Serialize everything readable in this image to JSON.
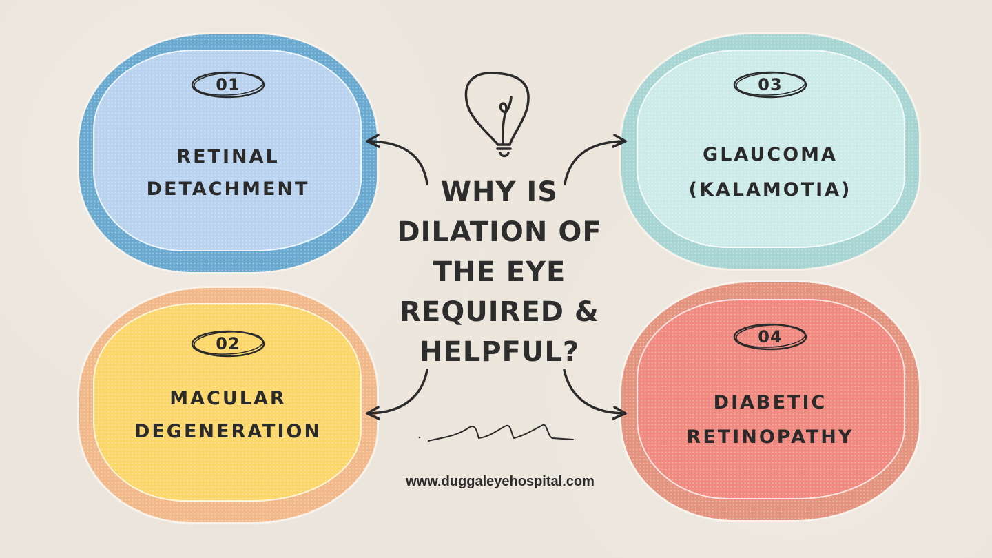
{
  "title": "WHY IS DILATION OF THE EYE REQUIRED & HELPFUL?",
  "title_lines": [
    "WHY IS",
    "DILATION OF",
    "THE EYE",
    "REQUIRED &",
    "HELPFUL?"
  ],
  "website": "www.duggaleyehospital.com",
  "icons": {
    "center": "lightbulb-icon",
    "squiggle": "wave-squiggle-icon",
    "arrows": "curved-arrow-icon"
  },
  "cards": [
    {
      "number": "01",
      "line1": "RETINAL",
      "line2": "DETACHMENT",
      "outer_color": "#6aa9cf",
      "inner_color": "#b9d3ef"
    },
    {
      "number": "02",
      "line1": "MACULAR",
      "line2": "DEGENERATION",
      "outer_color": "#f1b98a",
      "inner_color": "#fbd66a"
    },
    {
      "number": "03",
      "line1": "GLAUCOMA",
      "line2": "(KALAMOTIA)",
      "outer_color": "#a6d5d3",
      "inner_color": "#ccebe8"
    },
    {
      "number": "04",
      "line1": "DIABETIC",
      "line2": "RETINOPATHY",
      "outer_color": "#e4937e",
      "inner_color": "#f08a80"
    }
  ],
  "colors": {
    "background": "#ebe5db",
    "ink": "#2b2b2b"
  }
}
